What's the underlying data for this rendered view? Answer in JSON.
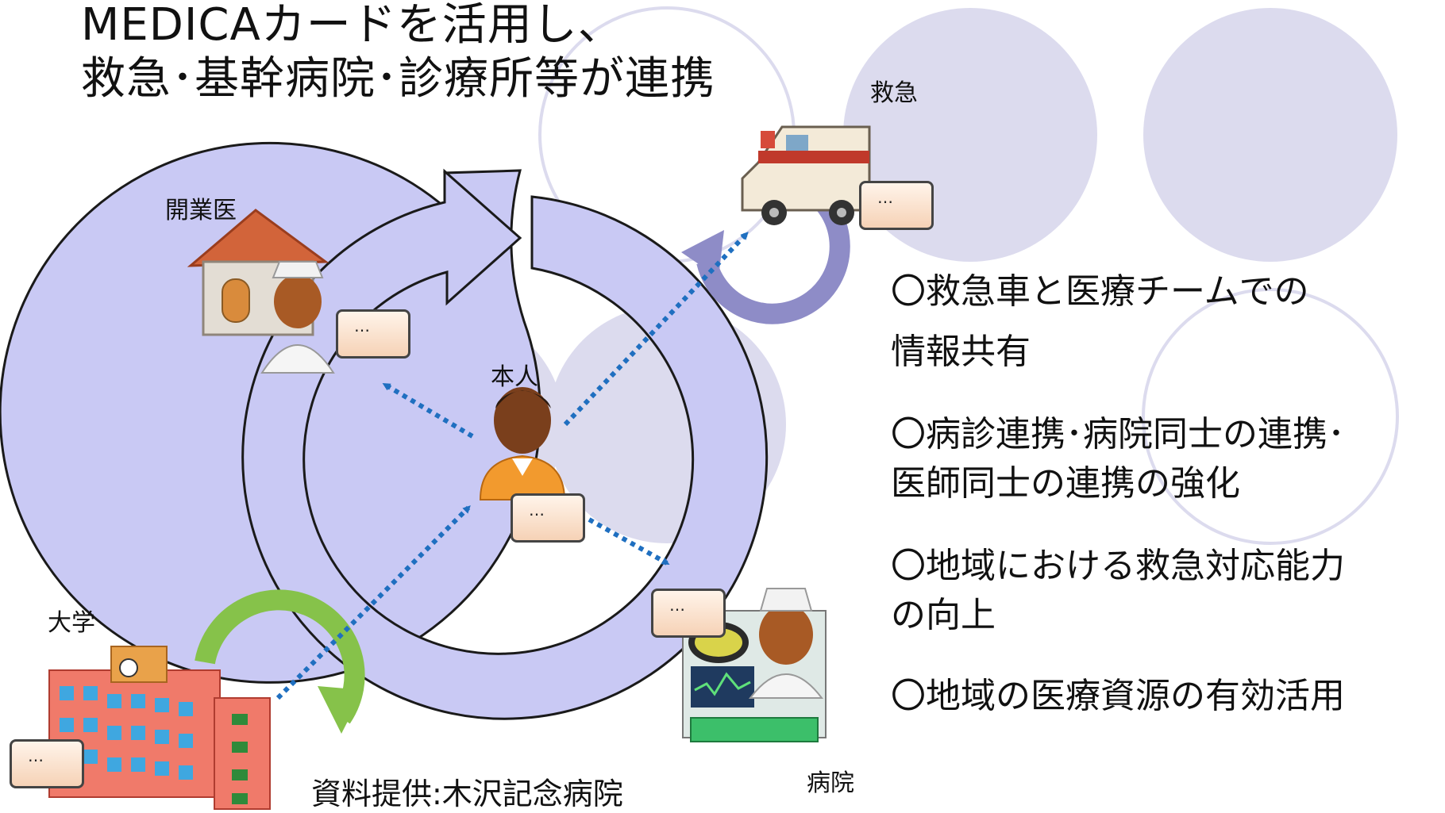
{
  "title": {
    "line1": "MEDICAカードを活用し、",
    "line2": "救急･基幹病院･診療所等が連携"
  },
  "nodes": {
    "kaigyoui": "開業医",
    "kyukyu": "救急",
    "honnin": "本人",
    "daigaku": "大学",
    "byoin": "病院"
  },
  "card_text": "…",
  "points": [
    "〇救急車と医療チームでの",
    "情報共有",
    "〇病診連携･病院同士の連携･",
    "医師同士の連携の強化",
    "〇地域における救急対応能力",
    "の向上",
    "〇地域の医療資源の有効活用"
  ],
  "credit": "資料提供:木沢記念病院",
  "colors": {
    "cycle": "#c9c9f4",
    "cycle_outline": "#1a1a1a",
    "ambulance_cycle": "#8e8cc7",
    "university_cycle": "#86c24a",
    "dotted_arrow": "#1f6fc0",
    "bg_circle": "#dcdbee",
    "card_fill": "#fbe3cf"
  },
  "icons": {
    "kaigyoui": "clinic-house-doctor-icon",
    "kyukyu": "ambulance-icon",
    "honnin": "patient-person-icon",
    "daigaku": "university-building-icon",
    "byoin": "hospital-surgeon-icon"
  }
}
